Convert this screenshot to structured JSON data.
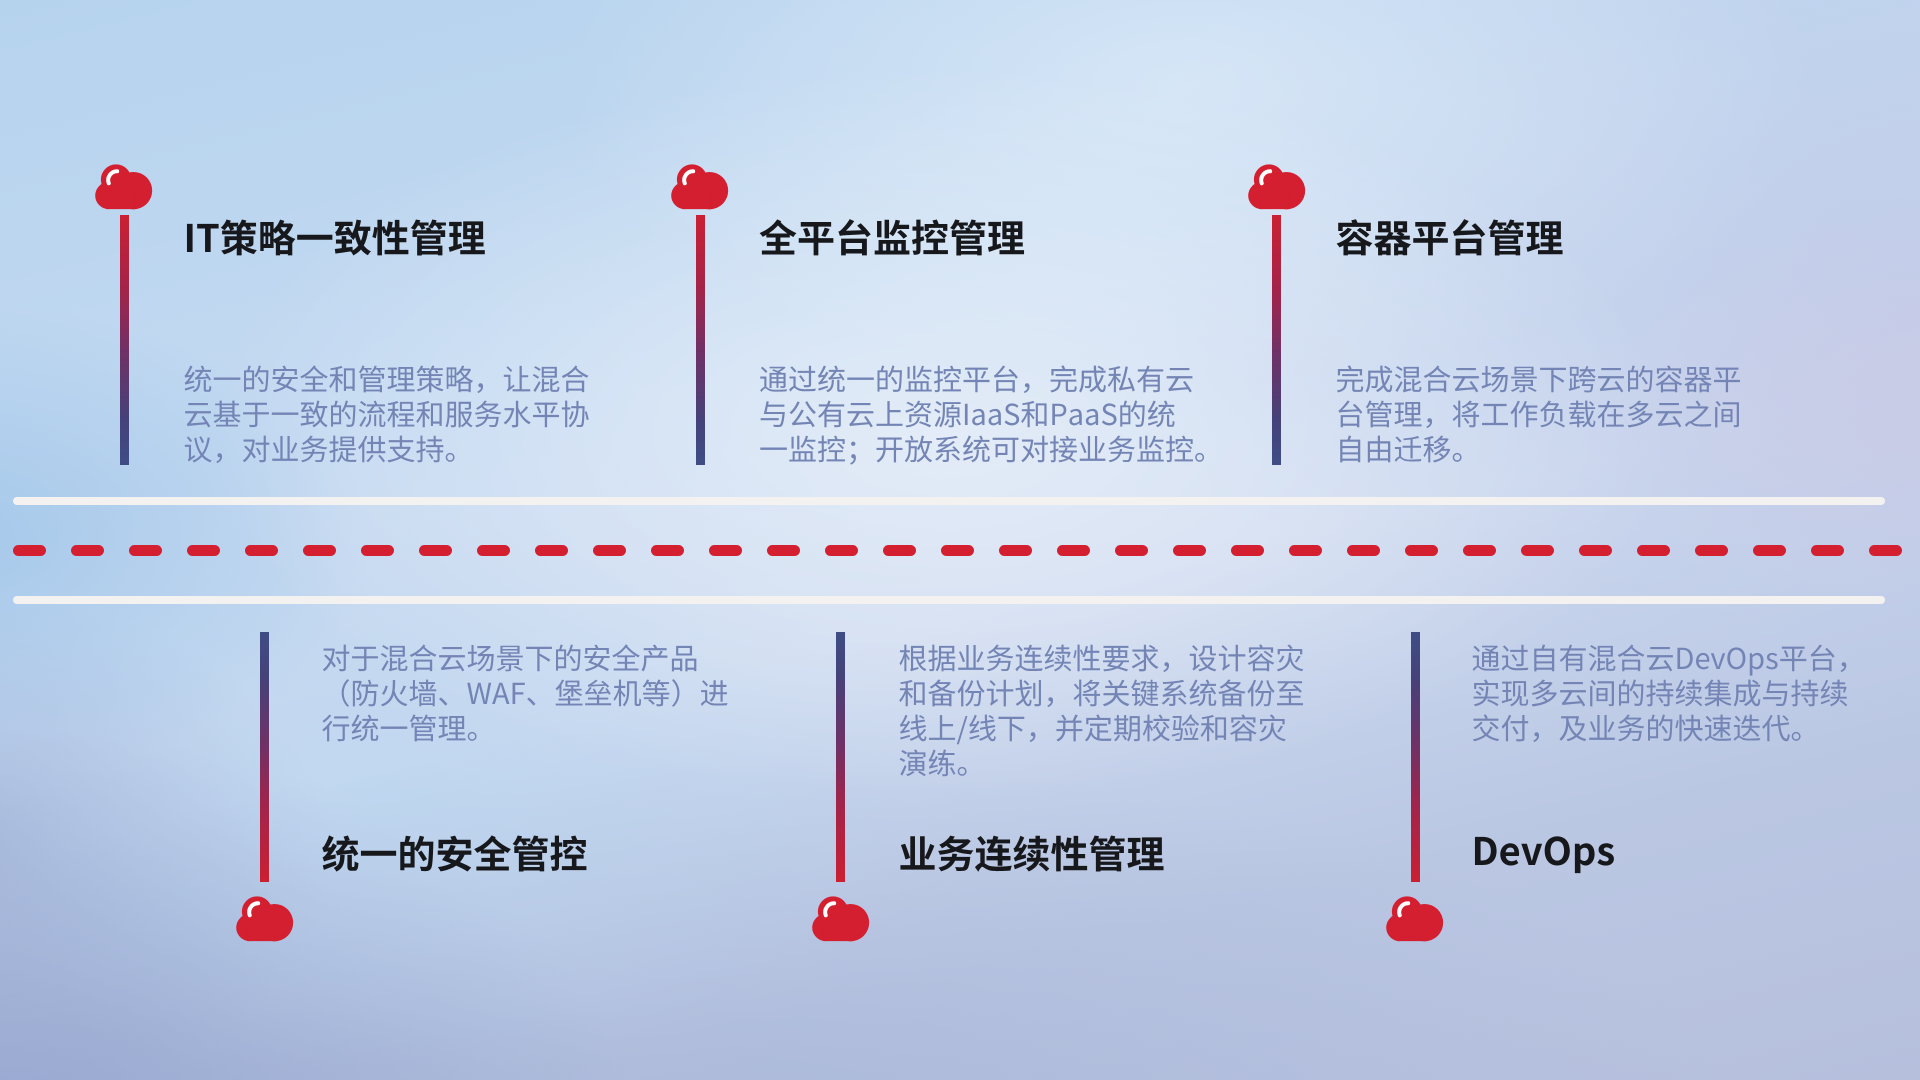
{
  "slide": {
    "colors": {
      "cloud_red": "#d31f2f",
      "dash_red": "#d31f2f",
      "stem_red": "#cb2032",
      "stem_navy": "#3f4d85",
      "white_line": "#f3f2f1",
      "title_text": "#17181c",
      "desc_text": "#7485b5"
    },
    "divider": {
      "white_line_color": "#f3f2f1",
      "dash_color": "#d31f2f"
    }
  },
  "items": [
    {
      "row": "top",
      "icon": "cloud-icon",
      "title": "IT策略一致性管理",
      "description": "统一的安全和管理策略，让混合\n云基于一致的流程和服务水平协\n议，对业务提供支持。"
    },
    {
      "row": "top",
      "icon": "cloud-icon",
      "title": "全平台监控管理",
      "description": "通过统一的监控平台，完成私有云\n与公有云上资源IaaS和PaaS的统\n一监控；开放系统可对接业务监控。"
    },
    {
      "row": "top",
      "icon": "cloud-icon",
      "title": "容器平台管理",
      "description": "完成混合云场景下跨云的容器平\n台管理，将工作负载在多云之间\n自由迁移。"
    },
    {
      "row": "bottom",
      "icon": "cloud-icon",
      "title": "统一的安全管控",
      "description": "对于混合云场景下的安全产品\n（防火墙、WAF、堡垒机等）进\n行统一管理。"
    },
    {
      "row": "bottom",
      "icon": "cloud-icon",
      "title": "业务连续性管理",
      "description": "根据业务连续性要求，设计容灾\n和备份计划，将关键系统备份至\n线上/线下，并定期校验和容灾\n演练。"
    },
    {
      "row": "bottom",
      "icon": "cloud-icon",
      "title": "DevOps",
      "description": "通过自有混合云DevOps平台，\n实现多云间的持续集成与持续\n交付，及业务的快速迭代。"
    }
  ]
}
